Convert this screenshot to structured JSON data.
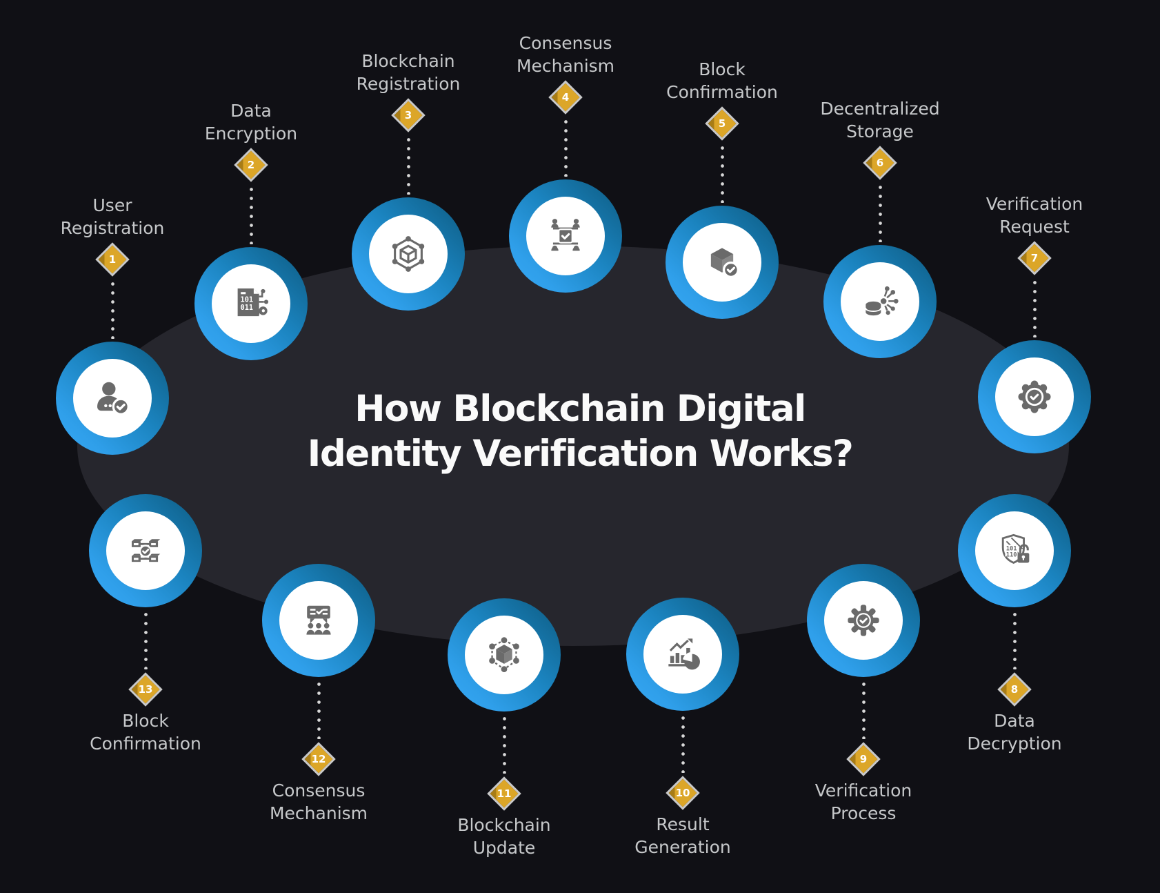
{
  "title": {
    "text": "How Blockchain Digital\nIdentity Verification Works?"
  },
  "colors": {
    "background": "#101015",
    "ellipse": "#26262d",
    "badge_gold": "#dca628",
    "badge_border": "#c9c9c9",
    "label": "#c6c8ca",
    "icon": "#6a6a6a",
    "ring_light": "#38a9f5",
    "ring_dark": "#0d5a80"
  },
  "steps": [
    {
      "num": "1",
      "label": "User\nRegistration",
      "icon": "user-check"
    },
    {
      "num": "2",
      "label": "Data\nEncryption",
      "icon": "encrypted-document-key"
    },
    {
      "num": "3",
      "label": "Blockchain\nRegistration",
      "icon": "blockchain-cube-network"
    },
    {
      "num": "4",
      "label": "Consensus\nMechanism",
      "icon": "consensus-people-check"
    },
    {
      "num": "5",
      "label": "Block\nConfirmation",
      "icon": "cube-check"
    },
    {
      "num": "6",
      "label": "Decentralized\nStorage",
      "icon": "database-network"
    },
    {
      "num": "7",
      "label": "Verification\nRequest",
      "icon": "verified-badge"
    },
    {
      "num": "8",
      "label": "Data\nDecryption",
      "icon": "shield-binary-unlock"
    },
    {
      "num": "9",
      "label": "Verification\nProcess",
      "icon": "gear-check"
    },
    {
      "num": "10",
      "label": "Result\nGeneration",
      "icon": "analytics-chart-pie"
    },
    {
      "num": "11",
      "label": "Blockchain\nUpdate",
      "icon": "cube-nodes-filled"
    },
    {
      "num": "12",
      "label": "Consensus\nMechanism",
      "icon": "group-discussion-check"
    },
    {
      "num": "13",
      "label": "Block\nConfirmation",
      "icon": "chain-blocks-check"
    }
  ]
}
